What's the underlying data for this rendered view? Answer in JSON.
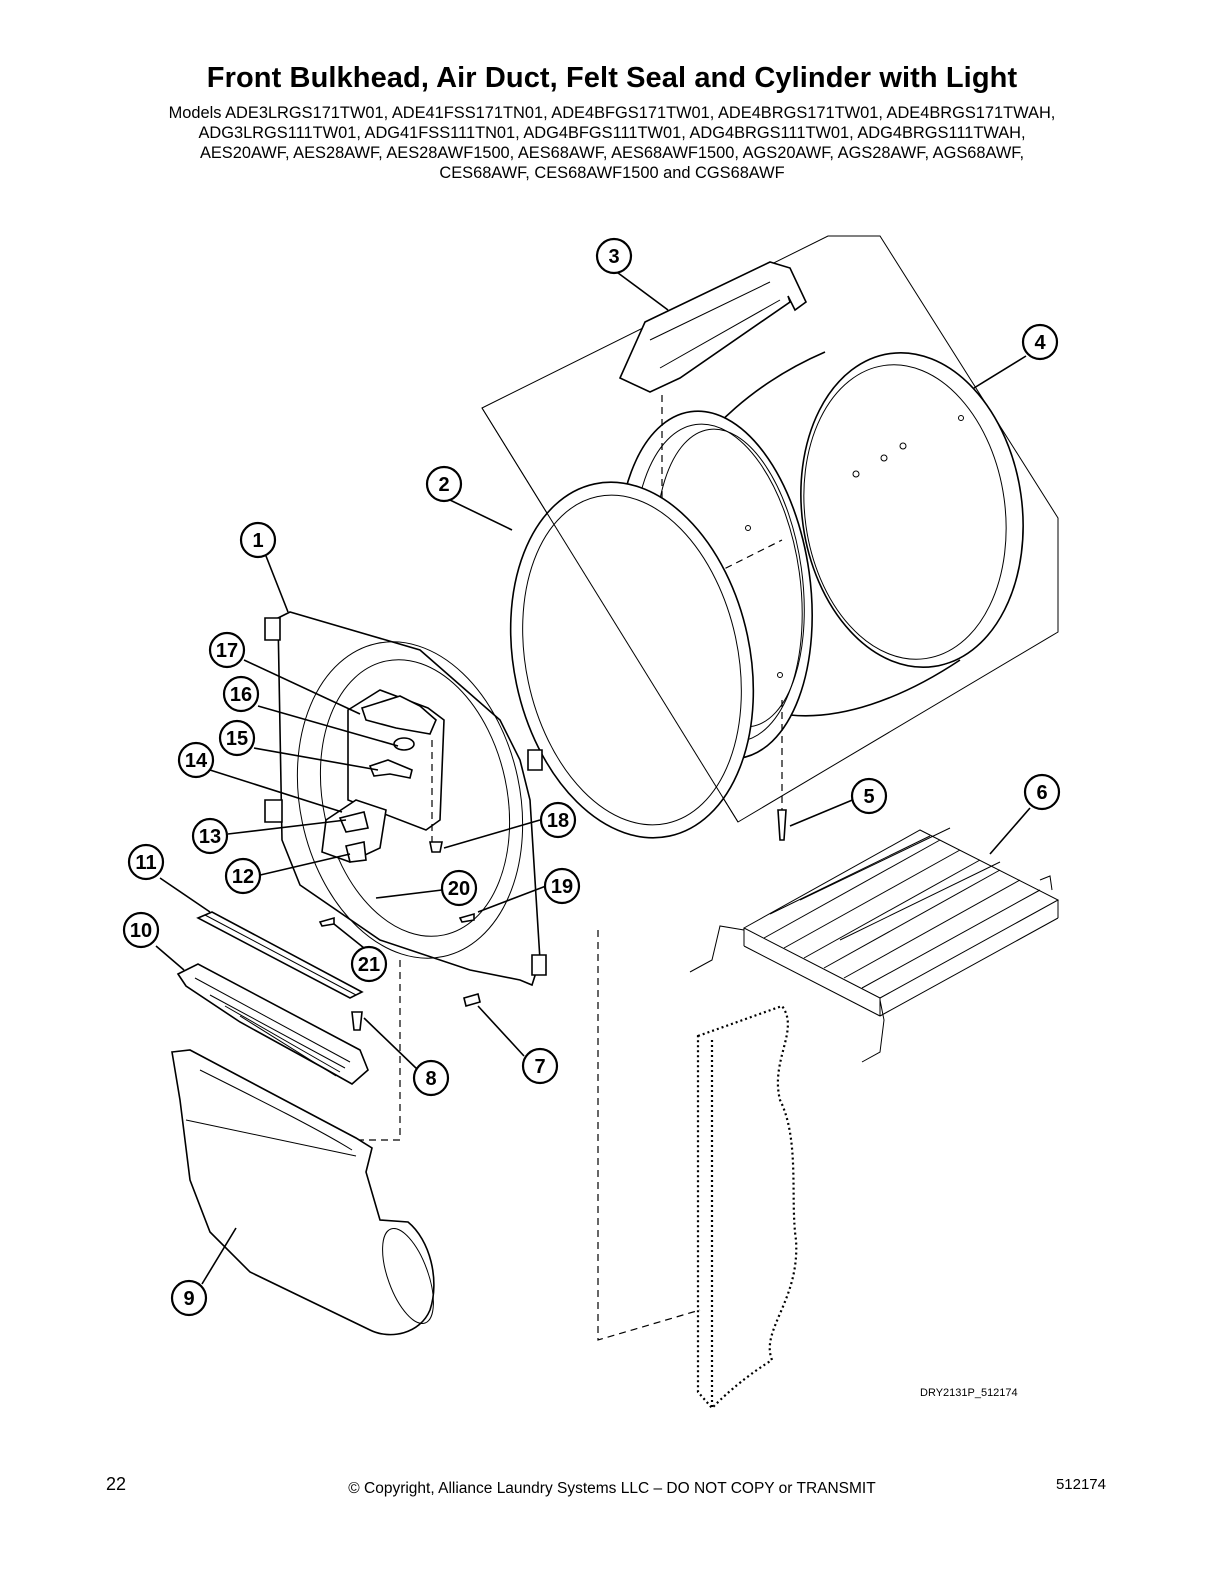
{
  "title": "Front Bulkhead, Air Duct, Felt Seal and Cylinder with Light",
  "models": [
    "Models ADE3LRGS171TW01, ADE41FSS171TN01, ADE4BFGS171TW01, ADE4BRGS171TW01, ADE4BRGS171TWAH,",
    "ADG3LRGS111TW01, ADG41FSS111TN01, ADG4BFGS111TW01, ADG4BRGS111TW01, ADG4BRGS111TWAH,",
    "AES20AWF, AES28AWF, AES28AWF1500, AES68AWF, AES68AWF1500, AGS20AWF, AGS28AWF, AGS68AWF,",
    "CES68AWF, CES68AWF1500 and CGS68AWF"
  ],
  "callouts": [
    "1",
    "2",
    "3",
    "4",
    "5",
    "6",
    "7",
    "8",
    "9",
    "10",
    "11",
    "12",
    "13",
    "14",
    "15",
    "16",
    "17",
    "18",
    "19",
    "20",
    "21"
  ],
  "diagram_code": "DRY2131P_512174",
  "footer": {
    "page_number": "22",
    "copyright": "© Copyright, Alliance Laundry Systems LLC – DO NOT COPY or TRANSMIT",
    "doc_number": "512174"
  }
}
